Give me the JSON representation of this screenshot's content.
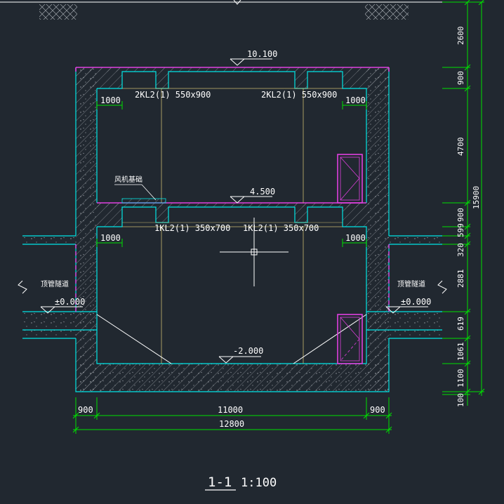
{
  "drawing": {
    "title": "1-1",
    "scale": "1:100"
  },
  "elevations": {
    "roof": "10.100",
    "mid": "4.500",
    "ground_left": "±0.000",
    "ground_right": "±0.000",
    "bottom": "-2.000"
  },
  "beams": {
    "upper_left": "2KL2(1) 550x900",
    "upper_right": "2KL2(1) 550x900",
    "lower_left": "1KL2(1) 350x700",
    "lower_right": "1KL2(1) 350x700"
  },
  "haunch_dims": {
    "upper_left": "1000",
    "upper_right": "1000",
    "lower_left": "1000",
    "lower_right": "1000"
  },
  "notes": {
    "fan_base": "风机基础",
    "pipe_left": "顶管隧道",
    "pipe_right": "顶管隧道"
  },
  "bottom_dims": {
    "left_wall": "900",
    "inner": "11000",
    "right_wall": "900",
    "total": "12800"
  },
  "right_dims": {
    "d2600": "2600",
    "d900a": "900",
    "d4700": "4700",
    "d900b": "900",
    "d599": "599",
    "d320": "320",
    "d2881": "2881",
    "d619": "619",
    "d1061": "1061",
    "d1100": "1100",
    "d100": "100",
    "total": "15900"
  },
  "colors": {
    "background": "#212830",
    "concrete": "#00e5e5",
    "slab_edge": "#e040e0",
    "dimension": "#00e000",
    "beam_line": "#c8b870",
    "text": "#ffffff"
  }
}
